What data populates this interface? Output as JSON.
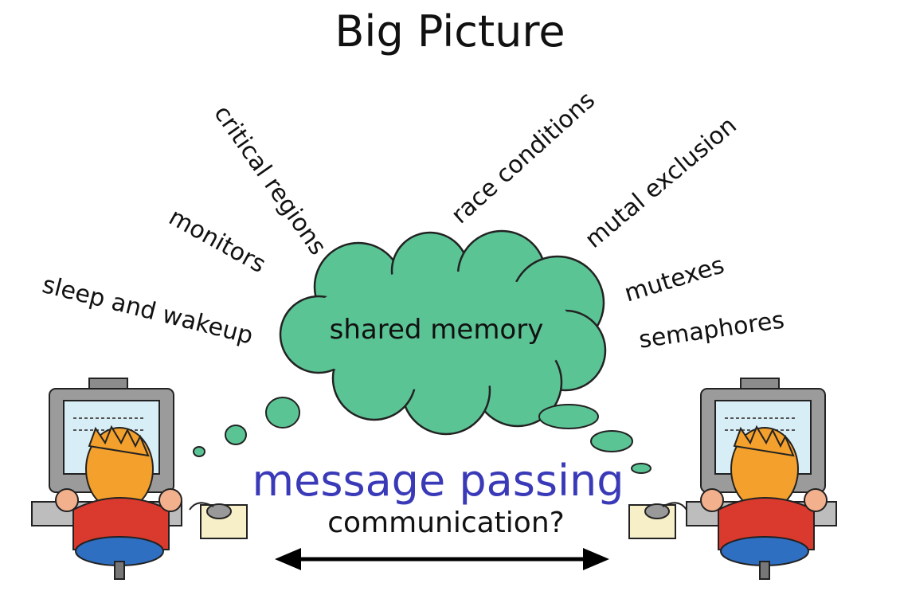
{
  "title": "Big Picture",
  "terms": {
    "critical_regions": "critical regions",
    "race_conditions": "race conditions",
    "mutal_exclusion": "mutal exclusion",
    "monitors": "monitors",
    "mutexes": "mutexes",
    "semaphores": "semaphores",
    "sleep_and_wakeup": "sleep and wakeup"
  },
  "cloud": {
    "label": "shared memory",
    "color": "#5bc495"
  },
  "message": {
    "label": "message passing",
    "color": "#3a3ab8"
  },
  "question": "communication?",
  "icons": [
    "cloud-icon",
    "person-at-computer-icon",
    "double-arrow-icon"
  ]
}
